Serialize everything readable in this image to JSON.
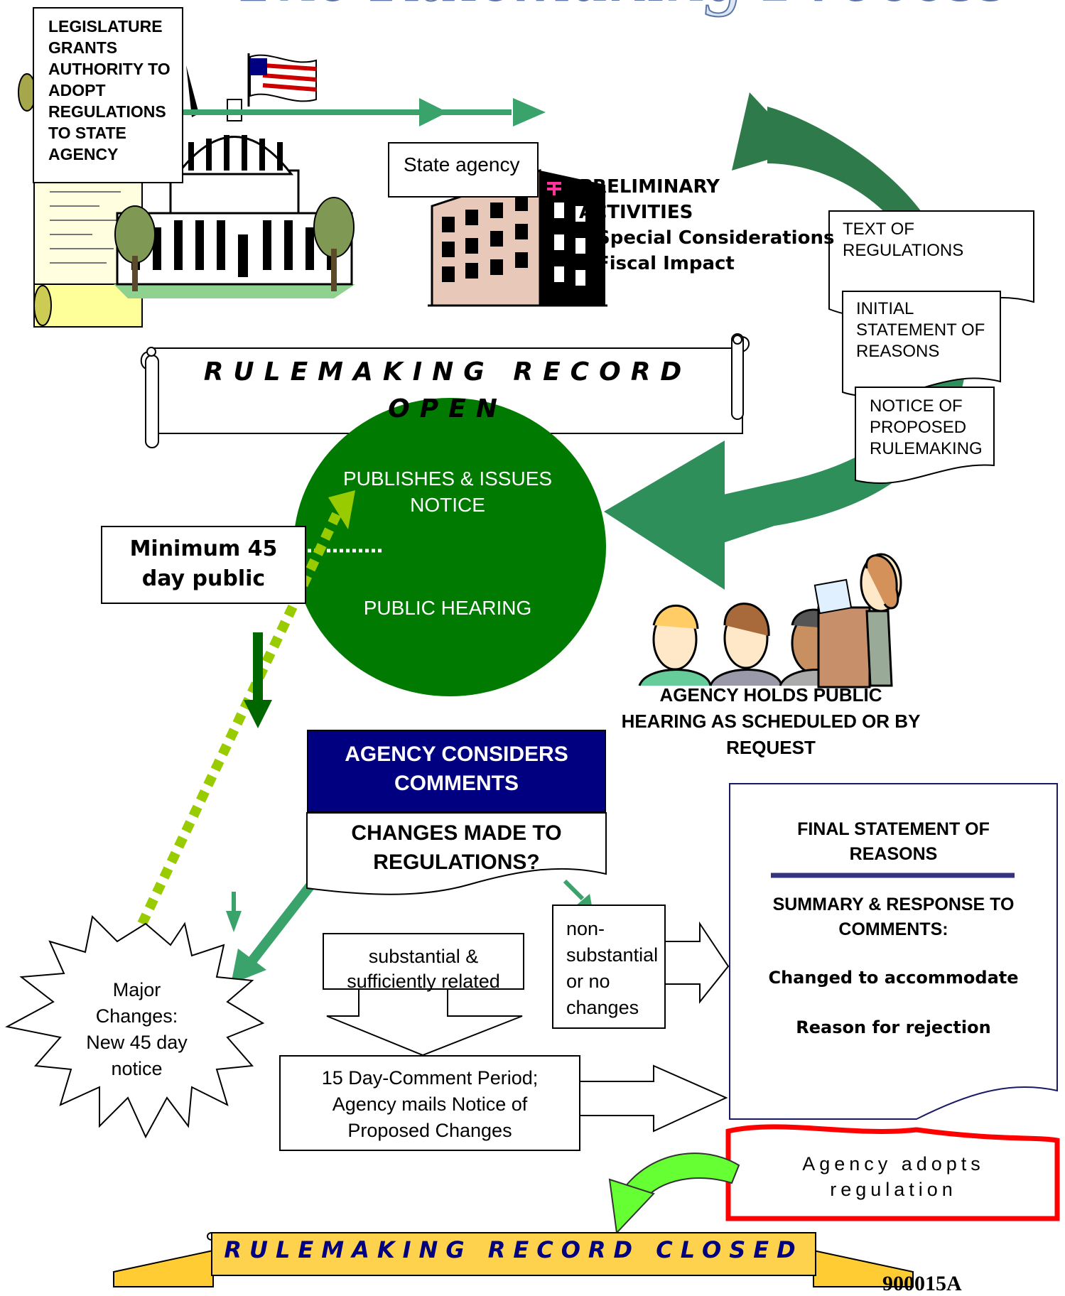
{
  "title_partial": "The Rulemaking Process",
  "legislature_box": {
    "lines": [
      "LEGISLATURE",
      "GRANTS",
      "AUTHORITY TO",
      "ADOPT",
      "REGULATIONS",
      "TO STATE",
      "AGENCY"
    ]
  },
  "state_agency_label": "State agency",
  "preliminary": {
    "heading": [
      "PRELIMINARY",
      "ACTIVITIES"
    ],
    "items": [
      "Special Considerations",
      "Fiscal Impact"
    ]
  },
  "documents": [
    {
      "lines": [
        "TEXT OF",
        "REGULATIONS"
      ]
    },
    {
      "lines": [
        "INITIAL",
        "STATEMENT OF",
        "REASONS"
      ]
    },
    {
      "lines": [
        "NOTICE OF",
        "PROPOSED",
        "RULEMAKING"
      ]
    }
  ],
  "record_open_banner": {
    "line1": "RULEMAKING RECORD",
    "line2": "OPEN"
  },
  "circle": {
    "top_lines": [
      "PUBLISHES & ISSUES",
      "NOTICE"
    ],
    "bottom": "PUBLIC HEARING"
  },
  "minimum_box": {
    "lines": [
      "Minimum 45",
      "day public"
    ]
  },
  "hearing_caption": [
    "AGENCY HOLDS PUBLIC",
    "HEARING AS SCHEDULED OR BY",
    "REQUEST"
  ],
  "considers_box": {
    "header": [
      "AGENCY CONSIDERS",
      "COMMENTS"
    ],
    "question": [
      "CHANGES MADE TO",
      "REGULATIONS?"
    ]
  },
  "major_changes": [
    "Major",
    "Changes:",
    "New 45 day",
    "notice"
  ],
  "substantial_box": [
    "substantial &",
    "sufficiently related"
  ],
  "nonsubstantial_box": [
    "non-",
    "substantial",
    "or no",
    "changes"
  ],
  "fifteen_day_box": [
    "15 Day-Comment Period;",
    "Agency mails Notice of",
    "Proposed Changes"
  ],
  "final_statement": {
    "heading": [
      "FINAL STATEMENT OF",
      "REASONS"
    ],
    "summary": [
      "SUMMARY & RESPONSE TO",
      "COMMENTS:"
    ],
    "item1": "Changed to accommodate",
    "item2": "Reason for rejection"
  },
  "adopts_box": [
    "Agency adopts",
    "regulation"
  ],
  "record_closed_banner": "RULEMAKING RECORD CLOSED",
  "doc_number": "900015A",
  "colors": {
    "green_arrow": "#2e8b57",
    "dark_green": "#006600",
    "light_green": "#99cc00",
    "navy": "#000080",
    "red": "#ff0000",
    "banner_yellow": "#ffd24d",
    "circle_green": "#007a00"
  }
}
